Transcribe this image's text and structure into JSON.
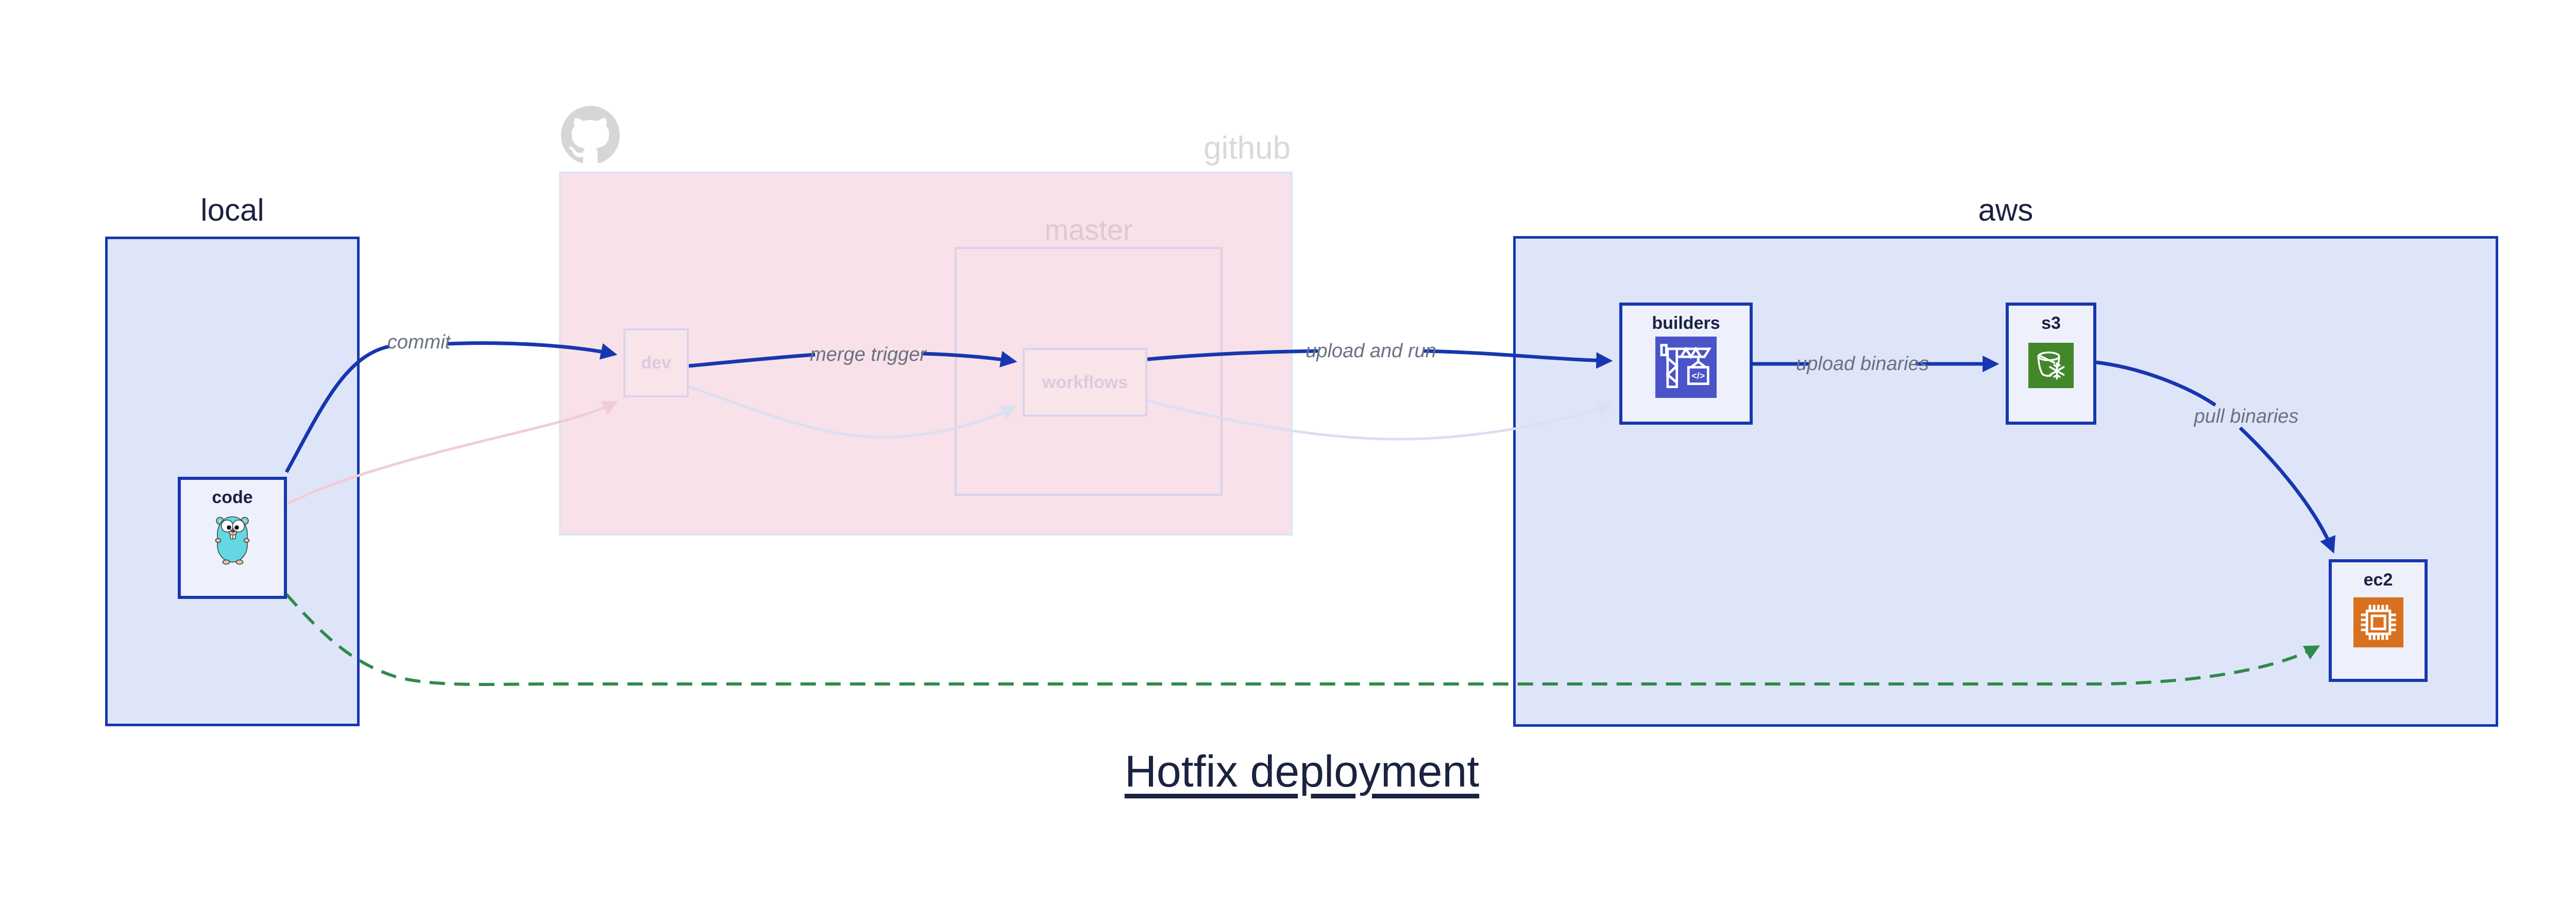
{
  "title": "Hotfix deployment",
  "groups": {
    "local": {
      "label": "local"
    },
    "github": {
      "label": "github"
    },
    "master": {
      "label": "master"
    },
    "aws": {
      "label": "aws"
    }
  },
  "nodes": {
    "code": {
      "label": "code"
    },
    "dev": {
      "label": "dev"
    },
    "workflows": {
      "label": "workflows"
    },
    "builders": {
      "label": "builders"
    },
    "s3": {
      "label": "s3"
    },
    "ec2": {
      "label": "ec2"
    }
  },
  "edges": {
    "commit": {
      "label": "commit",
      "from": "code",
      "to": "dev",
      "style": "solid-blue"
    },
    "merge_trigger": {
      "label": "merge trigger",
      "from": "dev",
      "to": "workflows",
      "style": "solid-blue"
    },
    "upload_and_run": {
      "label": "upload and run",
      "from": "workflows",
      "to": "builders",
      "style": "solid-blue"
    },
    "upload_binaries": {
      "label": "upload binaries",
      "from": "builders",
      "to": "s3",
      "style": "solid-blue"
    },
    "pull_binaries": {
      "label": "pull binaries",
      "from": "s3",
      "to": "ec2",
      "style": "solid-blue"
    },
    "hotfix_path": {
      "label": "",
      "from": "code",
      "to": "ec2",
      "style": "dashed-green"
    },
    "code_dev_faded": {
      "label": "",
      "from": "code",
      "to": "dev",
      "style": "faded-pink"
    },
    "dev_workflows_faded": {
      "label": "",
      "from": "dev",
      "to": "workflows",
      "style": "faded-lavender"
    },
    "workflows_builders_faded": {
      "label": "",
      "from": "workflows",
      "to": "builders",
      "style": "faded-lavender"
    }
  },
  "icons": {
    "octocat": "github-octocat-mark",
    "gopher": "go-gopher-mascot",
    "builders": "aws-codebuild-crane",
    "s3": "aws-s3-glacier-bucket-snowflake",
    "ec2": "aws-ec2-chip",
    "builders_code_glyph": "</>"
  },
  "colors": {
    "blue": "#1737b0",
    "green": "#2f8b4a",
    "faint_pink": "#f1ccd7",
    "faint_lavender": "#dbdff2",
    "navy_text": "#1a2240",
    "gray_label": "#6a7181",
    "container_fill": "#dfe5f8",
    "node_fill": "#eef1fc",
    "github_fill": "#f8e1e8",
    "github_border": "#dfe3f4",
    "master_border": "#d9d2e9",
    "master_label": "#e0c7d1",
    "faded_node_border": "#d9d3ec",
    "faded_node_fill": "#f9e4ea",
    "faded_node_label": "#d8cbdc",
    "github_label": "#d9d9d9",
    "octocat_gray": "#d6d6d6",
    "codebuild_indigo": "#4b53c9",
    "s3_green": "#43872a",
    "ec2_orange": "#d9701f",
    "gopher_teal": "#63d8e3"
  }
}
